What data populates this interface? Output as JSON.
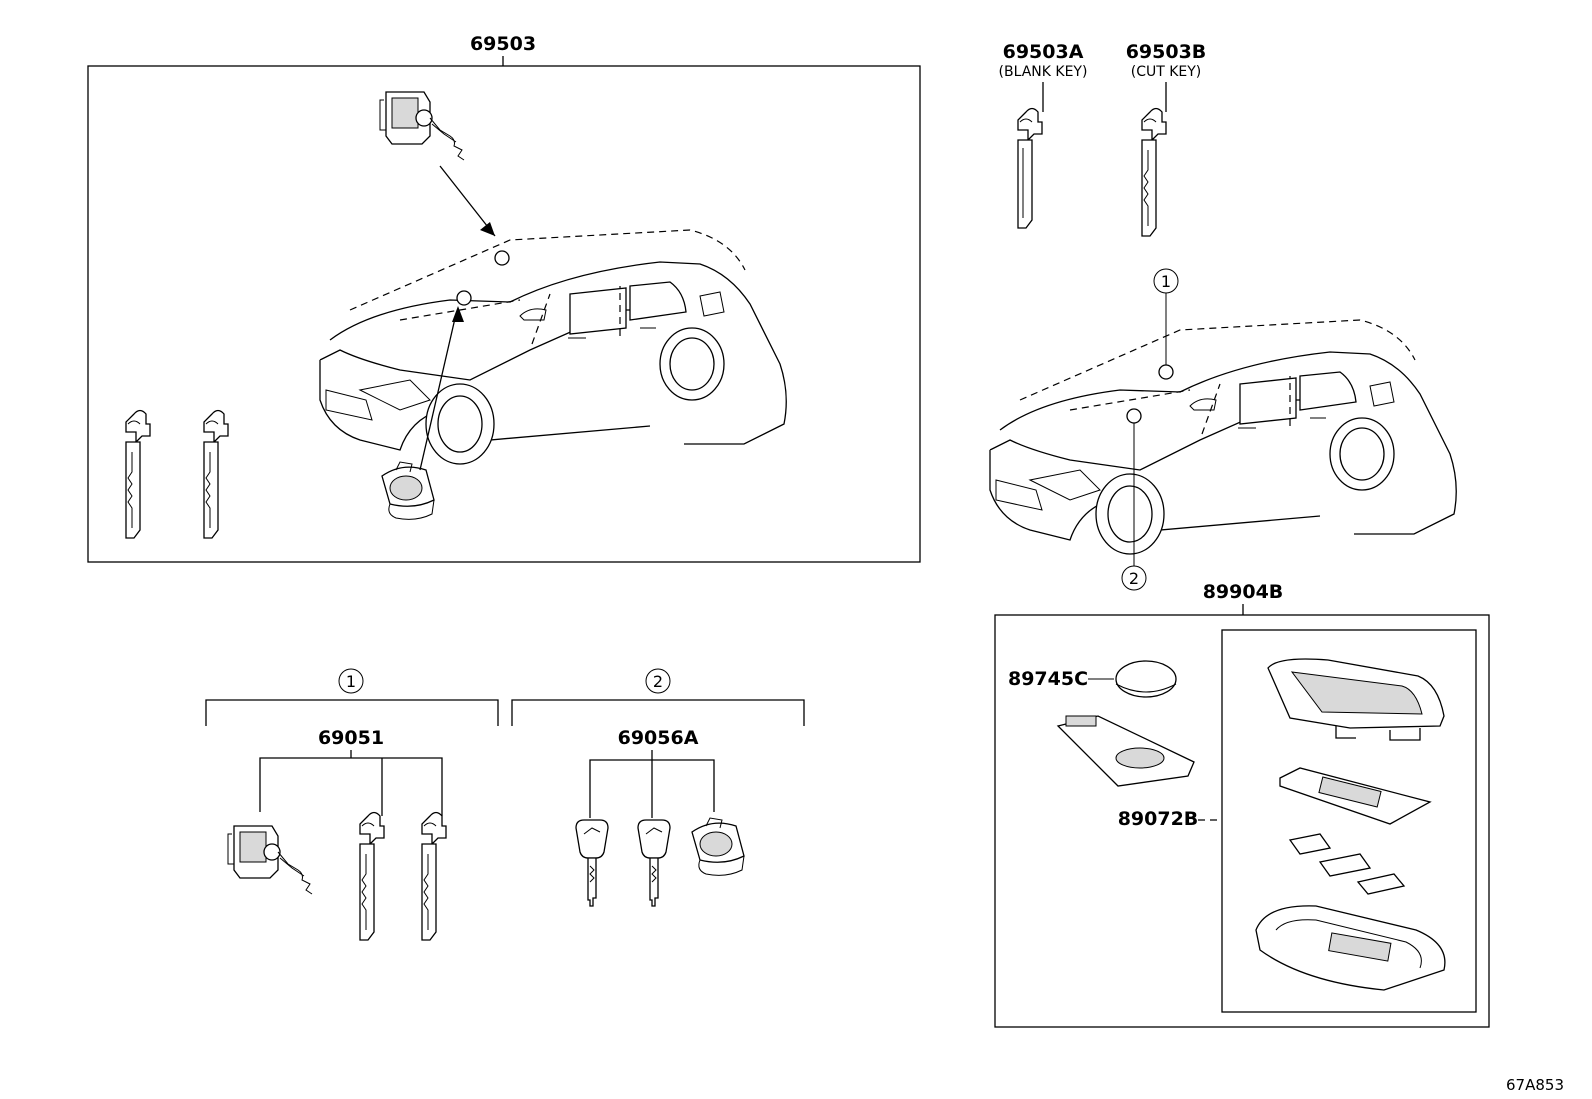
{
  "labels": {
    "kit_69503": "69503",
    "blank_key_part": "69503A",
    "blank_key_note": "(BLANK KEY)",
    "cut_key_part": "69503B",
    "cut_key_note": "(CUT KEY)",
    "door_cyl_part": "69051",
    "ign_cyl_part": "69056A",
    "remote_assy": "89904B",
    "battery": "89745C",
    "case_parts": "89072B",
    "figure_code": "67A853"
  },
  "callouts": {
    "one": "1",
    "two": "2"
  }
}
